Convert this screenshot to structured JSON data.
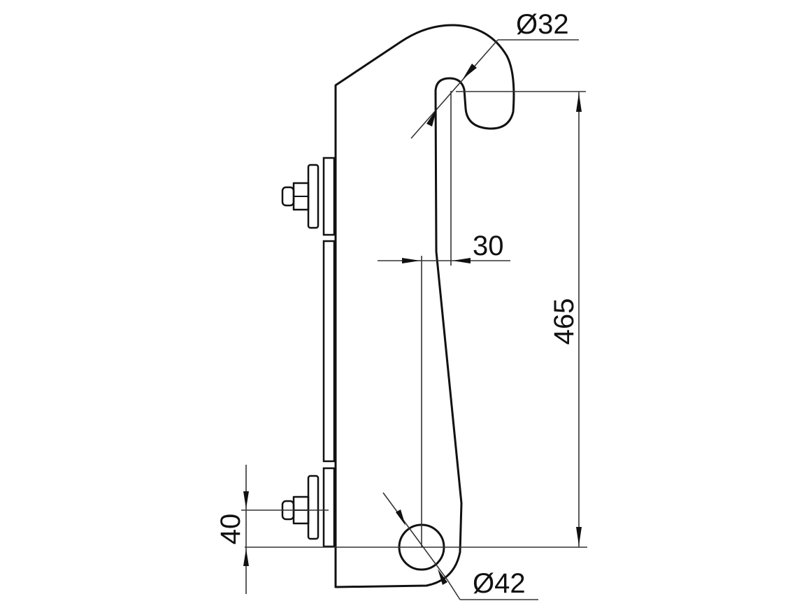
{
  "drawing": {
    "dimensions": {
      "hook_diameter": "32",
      "pin_diameter": "42",
      "offset": "30",
      "height": "465",
      "bolt_offset": "40"
    },
    "diameter_symbol": "Ø"
  }
}
